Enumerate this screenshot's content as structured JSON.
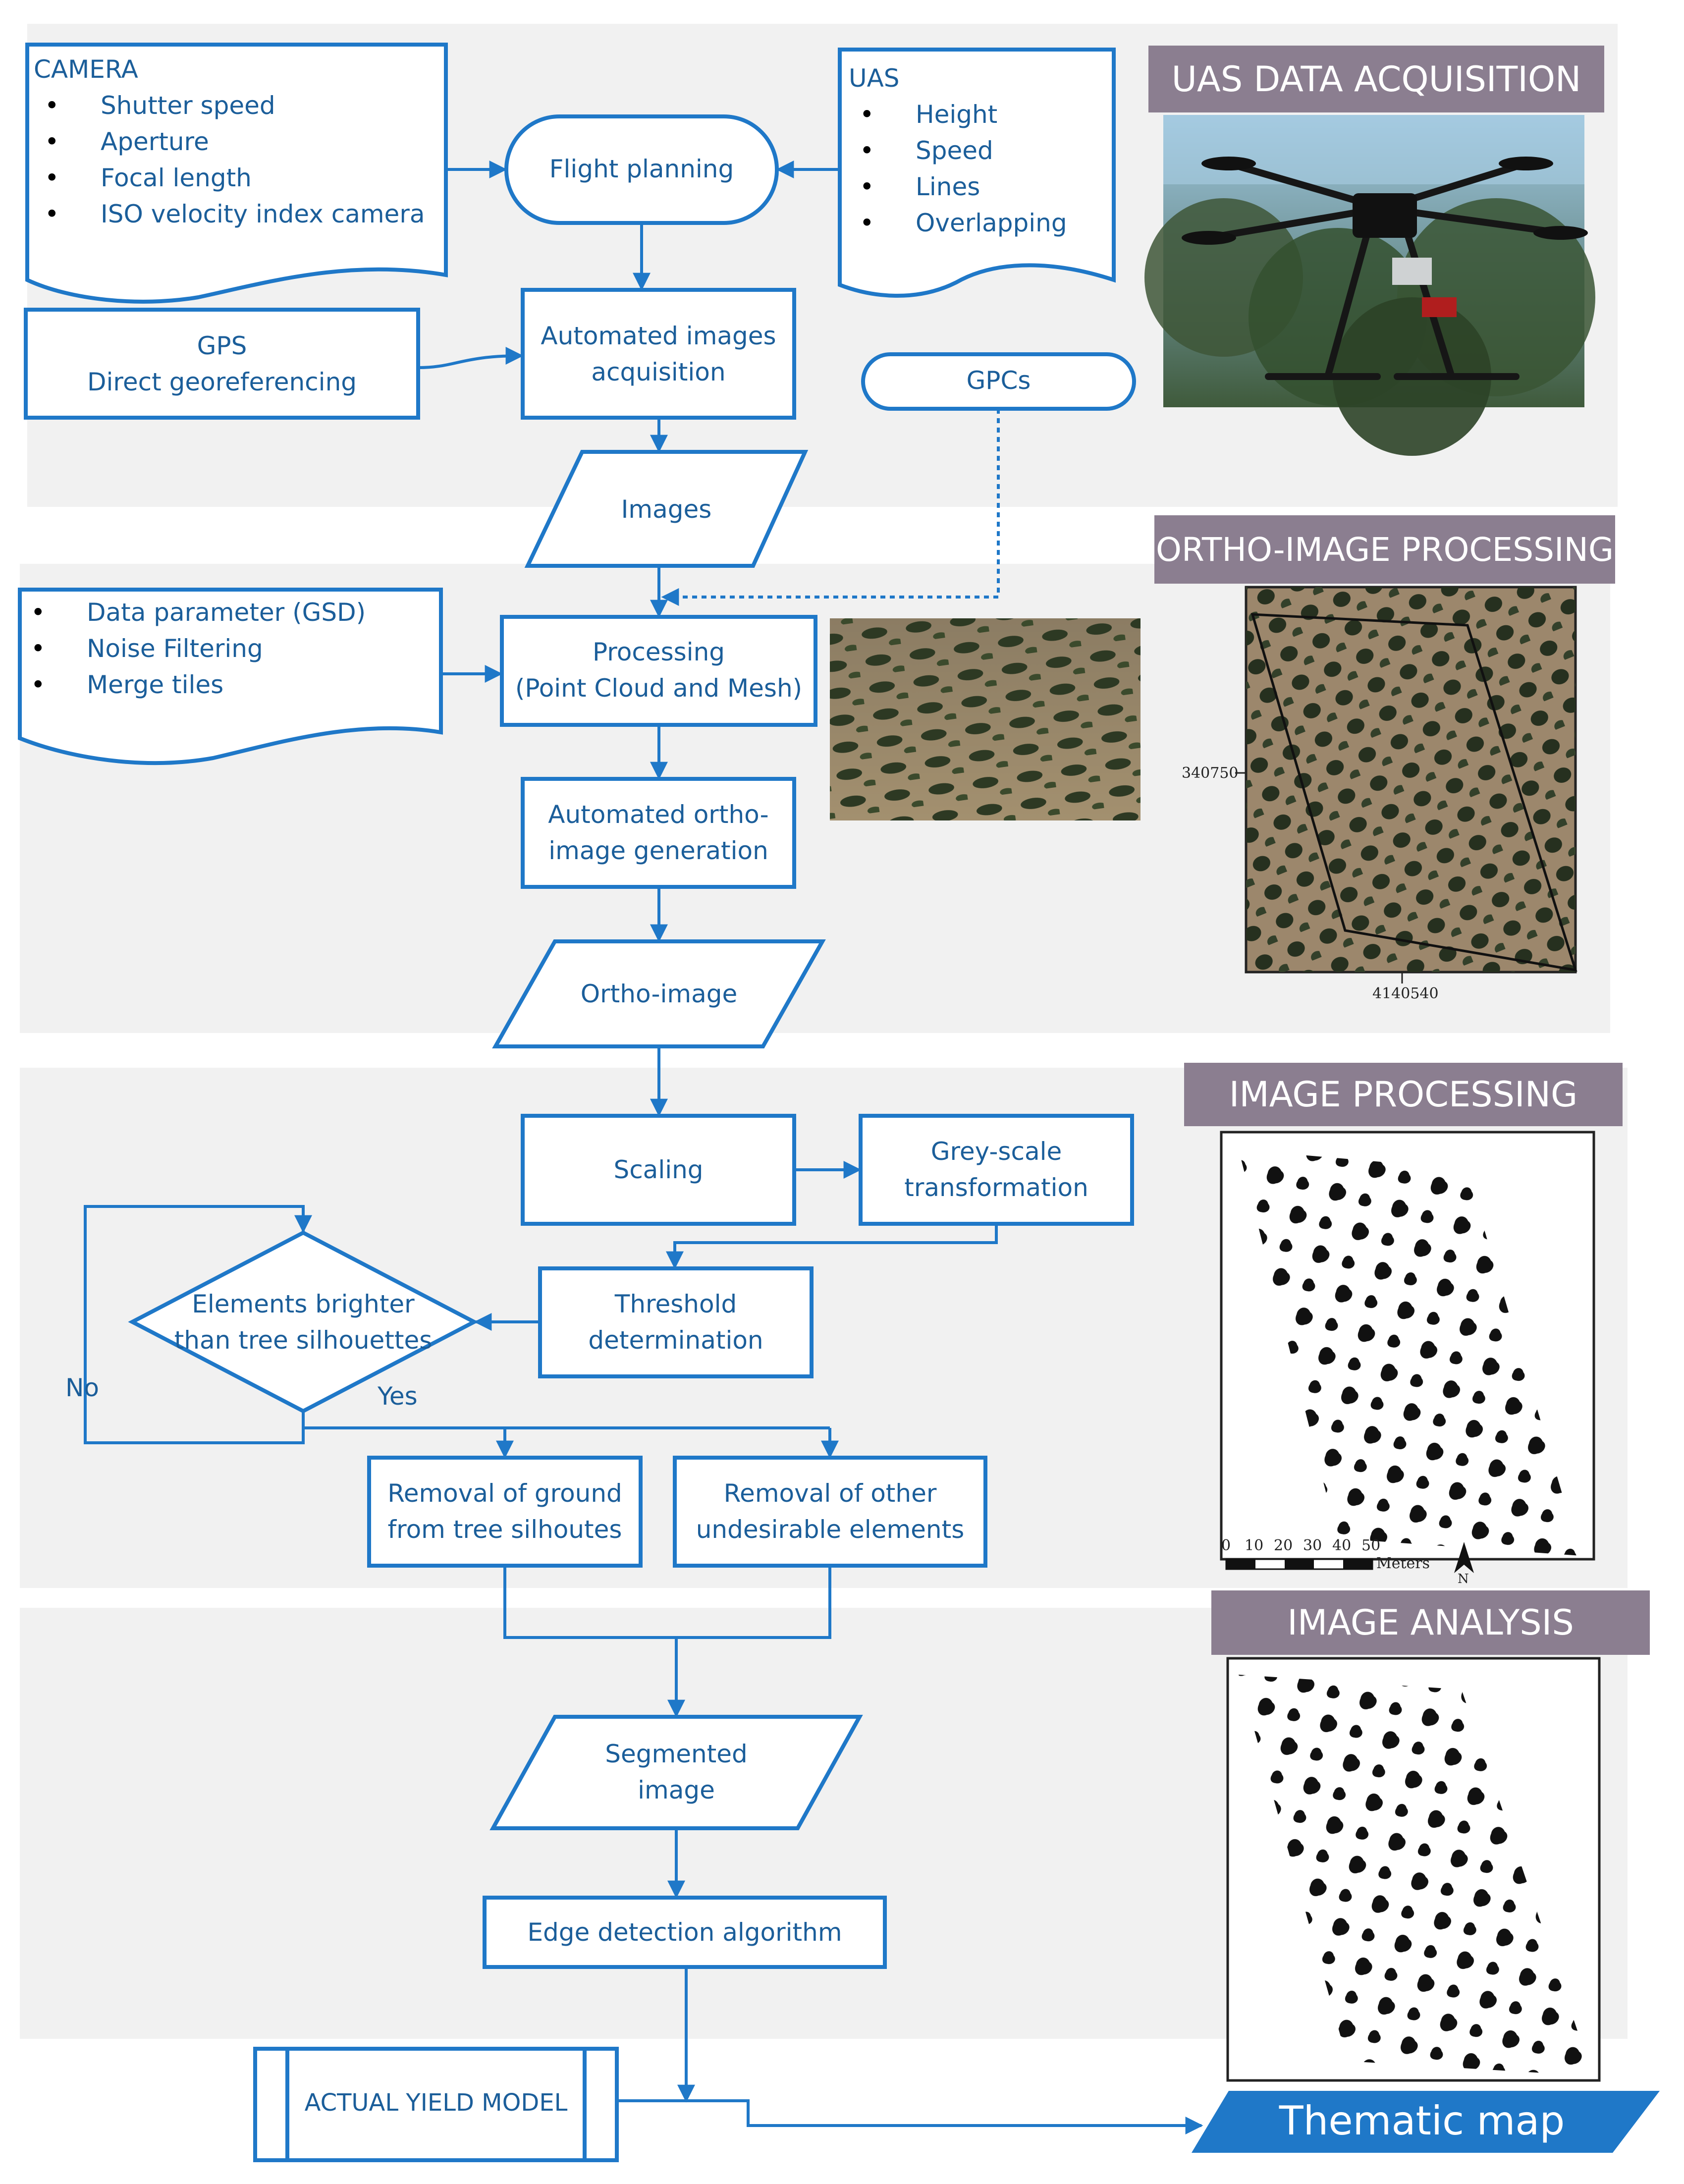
{
  "sections": {
    "uas_data_acquisition": "UAS DATA ACQUISITION",
    "ortho_image_processing": "ORTHO-IMAGE PROCESSING",
    "image_processing": "IMAGE PROCESSING",
    "image_analysis": "IMAGE ANALYSIS"
  },
  "camera": {
    "title": "CAMERA",
    "items": [
      "Shutter speed",
      "Aperture",
      "Focal length",
      "ISO velocity index camera"
    ]
  },
  "uas": {
    "title": "UAS",
    "items": [
      "Height",
      "Speed",
      "Lines",
      "Overlapping"
    ]
  },
  "processing_params": {
    "items": [
      "Data parameter (GSD)",
      "Noise Filtering",
      "Merge tiles"
    ]
  },
  "nodes": {
    "flight_planning": "Flight planning",
    "gps_line1": "GPS",
    "gps_line2": "Direct georeferencing",
    "automated_acquisition_line1": "Automated images",
    "automated_acquisition_line2": "acquisition",
    "gpcs": "GPCs",
    "images": "Images",
    "processing_line1": "Processing",
    "processing_line2": "(Point Cloud and Mesh)",
    "ortho_generation_line1": "Automated ortho-",
    "ortho_generation_line2": "image generation",
    "ortho_image": "Ortho-image",
    "scaling": "Scaling",
    "greyscale_line1": "Grey-scale",
    "greyscale_line2": "transformation",
    "threshold_line1": "Threshold",
    "threshold_line2": "determination",
    "decision_line1": "Elements brighter",
    "decision_line2": "than tree silhouettes",
    "no": "No",
    "yes": "Yes",
    "removal_ground_line1": "Removal of ground",
    "removal_ground_line2": "from tree silhoutes",
    "removal_other_line1": "Removal of other",
    "removal_other_line2": "undesirable elements",
    "segmented_line1": "Segmented",
    "segmented_line2": "image",
    "edge_detection": "Edge detection algorithm",
    "yield_model": "ACTUAL YIELD MODEL",
    "thematic_map": "Thematic map"
  },
  "ortho_map": {
    "y_tick": "340750",
    "x_tick": "4140540"
  },
  "scale_bar": {
    "ticks": [
      "0",
      "10",
      "20",
      "30",
      "40",
      "50"
    ],
    "unit": "Meters",
    "north": "N"
  },
  "colors": {
    "flow_blue": "#1f78c8",
    "text_blue": "#1b5e9a",
    "banner": "#8b7e90",
    "section_bg": "#f1f1f1"
  }
}
